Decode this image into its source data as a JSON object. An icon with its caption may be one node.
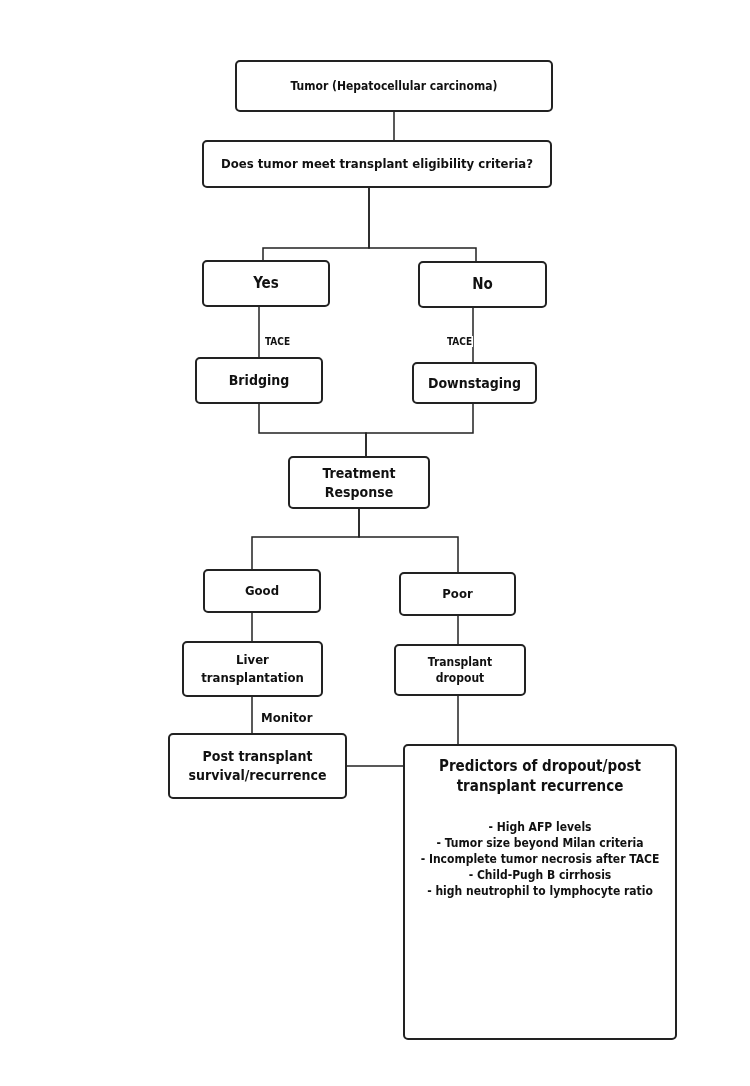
{
  "diagram": {
    "nodes": [
      {
        "text": [
          "Tumor (Hepatocellular carcinoma)"
        ]
      },
      {
        "text": [
          "Does tumor meet transplant eligibility criteria?"
        ]
      },
      {
        "text": [
          "Yes"
        ]
      },
      {
        "text": [
          "No"
        ]
      },
      {
        "text": [
          "Bridging"
        ]
      },
      {
        "text": [
          "Downstaging"
        ]
      },
      {
        "text": [
          "Treatment Response"
        ]
      },
      {
        "text": [
          "Good"
        ]
      },
      {
        "text": [
          "Poor"
        ]
      },
      {
        "text": [
          "Liver transplantation"
        ]
      },
      {
        "text": [
          "Transplant dropout"
        ]
      },
      {
        "text": [
          "Post transplant survival/recurrence"
        ]
      },
      {
        "text": [
          "Predictors of dropout/post transplant recurrence",
          "- High AFP levels",
          "- Tumor size beyond Milan criteria",
          "- Incomplete tumor necrosis after TACE",
          "- Child-Pugh B cirrhosis",
          "- high neutrophil to lymphocyte ratio"
        ]
      }
    ],
    "edges": [
      {
        "from": 0,
        "to": 1,
        "arrow": "none"
      },
      {
        "from": 1,
        "to": 2,
        "arrow": "none"
      },
      {
        "from": 1,
        "to": 3,
        "arrow": "none"
      },
      {
        "from": 2,
        "to": 4,
        "label": "TACE",
        "arrow": "none"
      },
      {
        "from": 3,
        "to": 5,
        "label": "TACE",
        "arrow": "none"
      },
      {
        "from": 4,
        "to": 6,
        "arrow": "none"
      },
      {
        "from": 5,
        "to": 6,
        "arrow": "none"
      },
      {
        "from": 6,
        "to": 7,
        "arrow": "none"
      },
      {
        "from": 6,
        "to": 8,
        "arrow": "none"
      },
      {
        "from": 7,
        "to": 9,
        "arrow": "none"
      },
      {
        "from": 8,
        "to": 10,
        "arrow": "none"
      },
      {
        "from": 9,
        "to": 11,
        "label": "Monitor",
        "arrow": "none"
      },
      {
        "from": 10,
        "to": 12,
        "arrow": "none"
      },
      {
        "from": 11,
        "to": 12,
        "arrow": "none"
      }
    ]
  }
}
